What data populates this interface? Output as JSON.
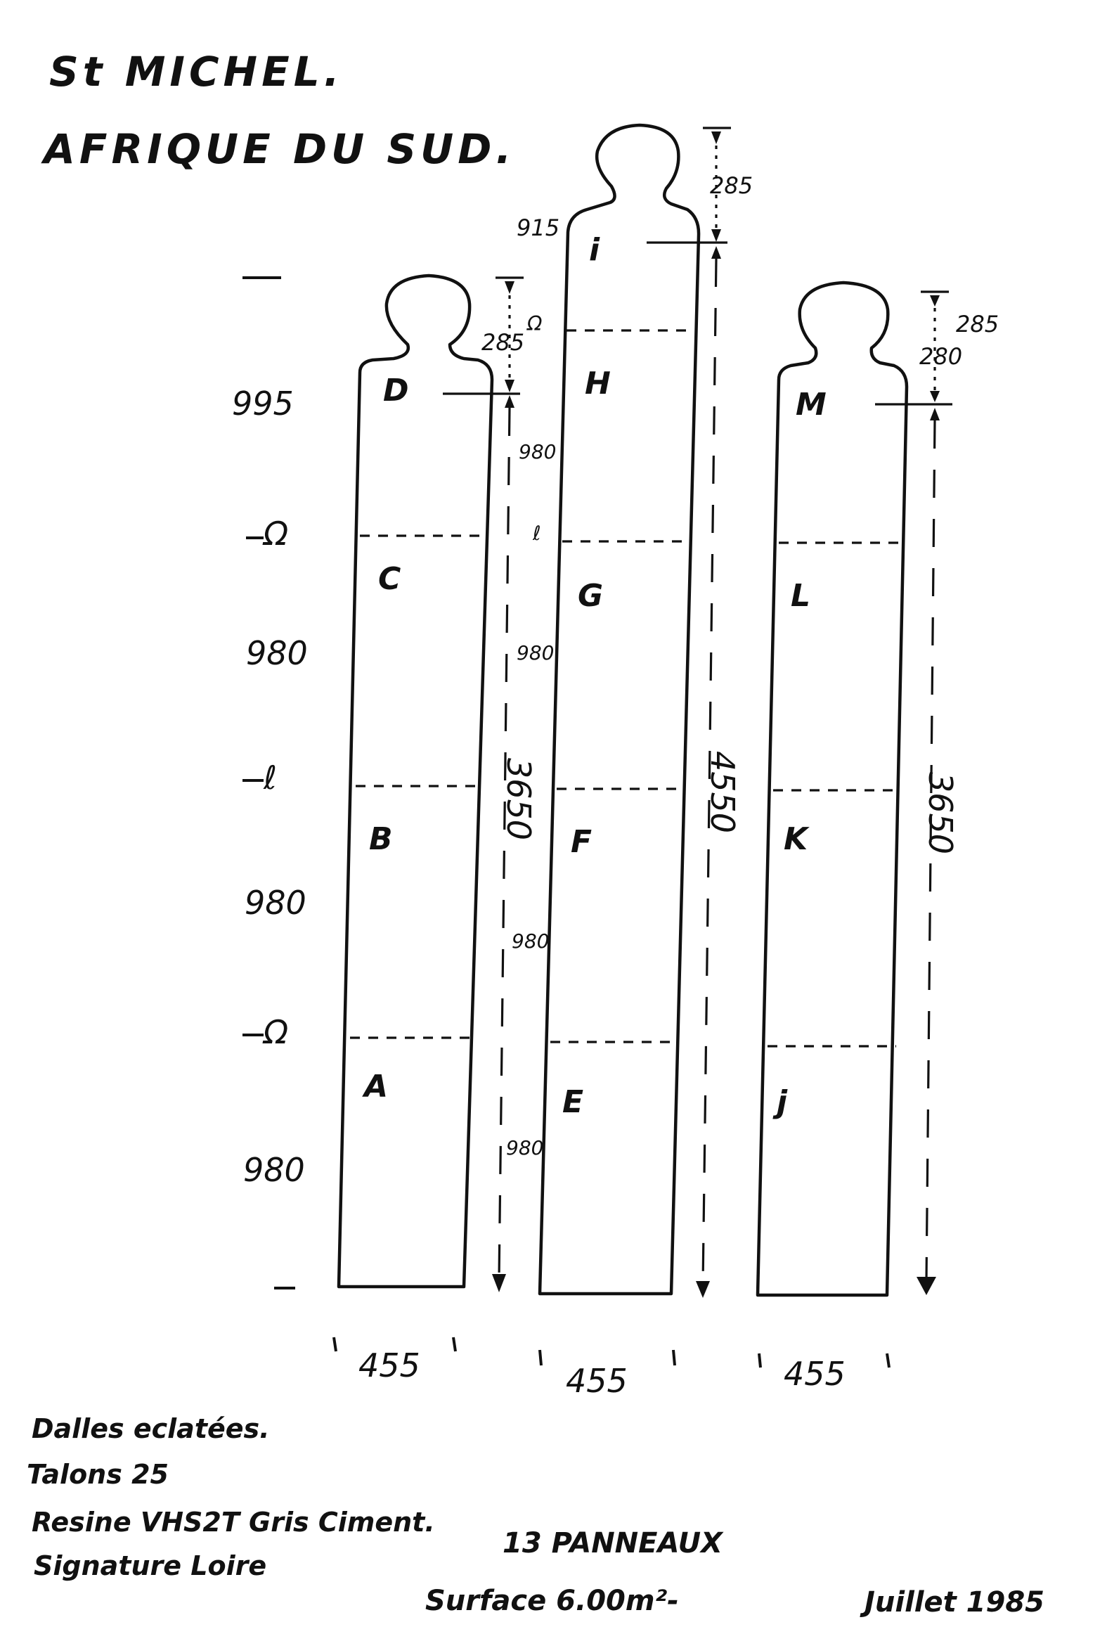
{
  "title": {
    "line1": "St MICHEL.",
    "line2": "AFRIQUE DU SUD."
  },
  "panel_letters": {
    "left": [
      "A",
      "B",
      "C",
      "D"
    ],
    "middle": [
      "E",
      "F",
      "G",
      "H",
      "i"
    ],
    "right": [
      "j",
      "K",
      "L",
      "M"
    ]
  },
  "left_scale": {
    "top_value": "995",
    "values": [
      "980",
      "980",
      "980"
    ],
    "joint_symbols": [
      "Ω",
      "ℓ",
      "Ω"
    ]
  },
  "dimensions": {
    "left_head": "285",
    "middle_head": "285",
    "middle_head_side": "915",
    "right_head": "285",
    "right_head_overwritten": "280",
    "left_total": "3650",
    "middle_total": "4550",
    "right_total": "3650",
    "middle_segment_top": "980",
    "middle_segments": [
      "980",
      "980",
      "980"
    ],
    "joint_marks": [
      "Ω",
      "ℓ"
    ],
    "widths": [
      "455",
      "455",
      "455"
    ]
  },
  "notes": {
    "line1": "Dalles eclatées.",
    "line2": "Talons 25",
    "line3": "Resine VHS2T Gris Ciment.",
    "line4": "Signature Loire"
  },
  "center_notes": {
    "panels": "13 PANNEAUX",
    "surface": "Surface 6.00m²-"
  },
  "date": "Juillet 1985"
}
